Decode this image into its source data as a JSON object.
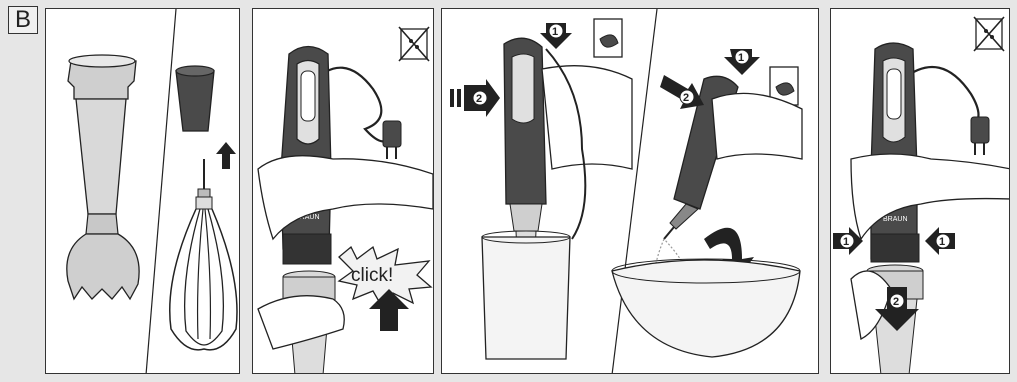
{
  "section_label": "B",
  "click_label": "click!",
  "brand_label": "BRAUN",
  "step_numbers": {
    "p3_top": "1",
    "p3_side": "2",
    "p3b_top": "1",
    "p3b_side": "2",
    "p4_left": "1",
    "p4_right": "1",
    "p4_bottom": "2"
  },
  "colors": {
    "dark_body": "#4a4a4a",
    "light_part": "#cfcfcf",
    "outline": "#222222",
    "background": "#e6e6e6"
  },
  "icons": [
    "no-plug-icon",
    "arrow-up-icon",
    "arrow-down-icon",
    "rotate-arrow-icon",
    "power-socket-icon"
  ]
}
